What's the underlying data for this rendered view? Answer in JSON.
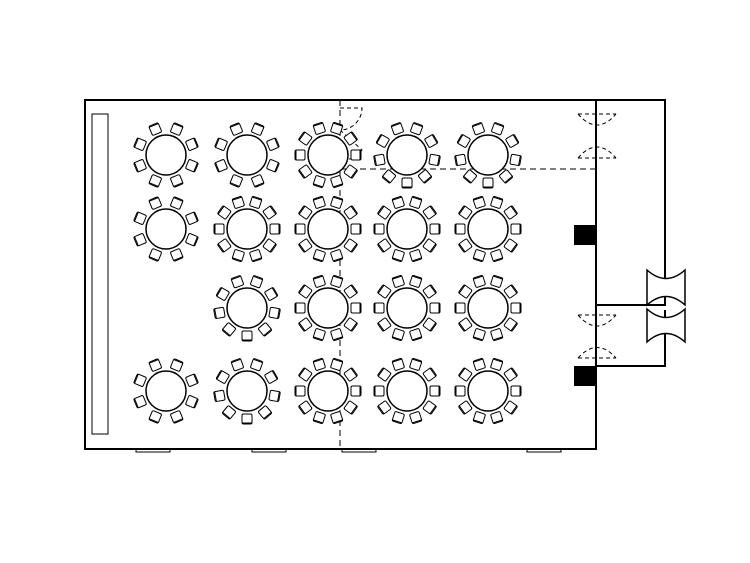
{
  "diagram": {
    "kind": "banquet floor plan",
    "stroke_color": "#000000",
    "background_color": "#ffffff",
    "fill_color": "#ffffff",
    "table_count": 19,
    "tables": [
      {
        "row": 1,
        "col": 1,
        "seats": 8
      },
      {
        "row": 1,
        "col": 2,
        "seats": 8
      },
      {
        "row": 1,
        "col": 3,
        "seats": 10
      },
      {
        "row": 1,
        "col": 4,
        "seats": 9
      },
      {
        "row": 1,
        "col": 5,
        "seats": 9
      },
      {
        "row": 2,
        "col": 1,
        "seats": 8
      },
      {
        "row": 2,
        "col": 2,
        "seats": 10
      },
      {
        "row": 2,
        "col": 3,
        "seats": 10
      },
      {
        "row": 2,
        "col": 4,
        "seats": 10
      },
      {
        "row": 2,
        "col": 5,
        "seats": 10
      },
      {
        "row": 3,
        "col": 2,
        "seats": 9
      },
      {
        "row": 3,
        "col": 3,
        "seats": 10
      },
      {
        "row": 3,
        "col": 4,
        "seats": 10
      },
      {
        "row": 3,
        "col": 5,
        "seats": 10
      },
      {
        "row": 4,
        "col": 1,
        "seats": 8
      },
      {
        "row": 4,
        "col": 2,
        "seats": 9
      },
      {
        "row": 4,
        "col": 3,
        "seats": 10
      },
      {
        "row": 4,
        "col": 4,
        "seats": 10
      },
      {
        "row": 4,
        "col": 5,
        "seats": 10
      }
    ]
  }
}
